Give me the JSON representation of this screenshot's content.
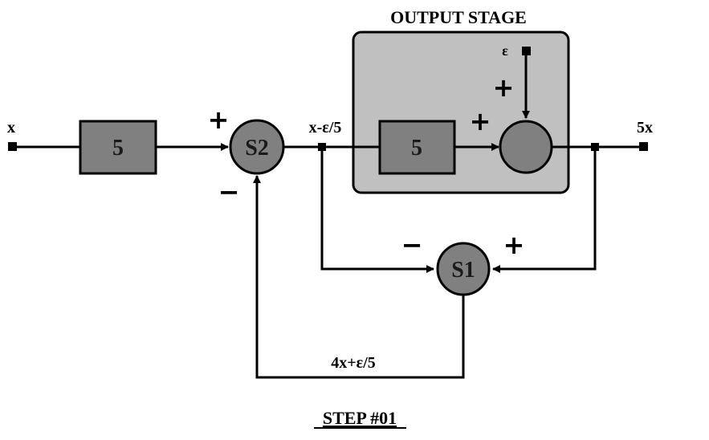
{
  "title": "OUTPUT STAGE",
  "footer": "STEP #01",
  "signals": {
    "input": "x",
    "output": "5x",
    "after_s2": "x-ε/5",
    "feedback": "4x+ε/5",
    "epsilon": "ε"
  },
  "blocks": {
    "gain_input": "5",
    "gain_output_stage": "5"
  },
  "summers": {
    "s2": "S2",
    "s1": "S1"
  },
  "signs": {
    "s2_top": "+",
    "s2_bottom": "−",
    "s1_left": "−",
    "s1_right": "+",
    "out_sum_left": "+",
    "out_sum_top": "+"
  },
  "colors": {
    "block_fill": "#808080",
    "stage_fill": "#c0c0c0",
    "wire": "#000000"
  }
}
